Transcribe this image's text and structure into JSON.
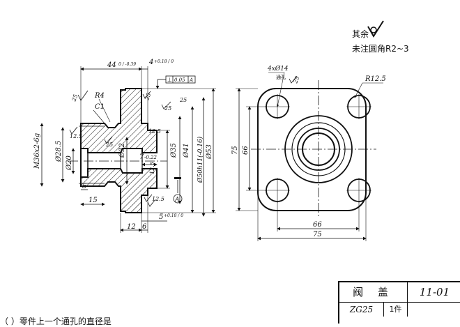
{
  "notes": {
    "roughness_label": "其余",
    "fillet_note": "未注圆角R2~3"
  },
  "title_block": {
    "part_name": "阀 盖",
    "drawing_number": "11-01",
    "material": "ZG25",
    "quantity": "1件"
  },
  "caption": "（ ）零件上一个通孔的直径是",
  "section_view": {
    "dims": {
      "len44": "44",
      "len44_tol": "0 / -0.39",
      "len4": "4",
      "len4_tol": "+0.18 / 0",
      "geo_tol_value": "0.05",
      "geo_tol_datum": "A",
      "r4": "R4",
      "c1": "C1",
      "m36": "M36x2-6g",
      "d28": "Ø28.5",
      "d20": "Ø20",
      "d32": "Ø32",
      "d35": "Ø35",
      "d41": "Ø41",
      "d50": "Ø50h11(-0.16)",
      "d53": "Ø53",
      "len7": "7",
      "len7_tol": "-0.22",
      "len5a": "5",
      "len15": "15",
      "len12": "12",
      "len6": "6",
      "len5b": "5",
      "len5b_tol": "+0.18 / 0",
      "datum_a": "A",
      "r25a": "25",
      "r25b": "25",
      "r25c": "25",
      "r12_5a": "12.5",
      "r12_5b": "12.5",
      "r12_5c": "12.5",
      "r12_5d": "12.5",
      "r25d": "25",
      "r25e": "25"
    }
  },
  "end_view": {
    "dims": {
      "holes": "4xØ14",
      "through": "通孔",
      "roughness": "25",
      "r12_5": "R12.5",
      "h75": "75",
      "h66": "66",
      "w66": "66",
      "w75": "75"
    }
  }
}
